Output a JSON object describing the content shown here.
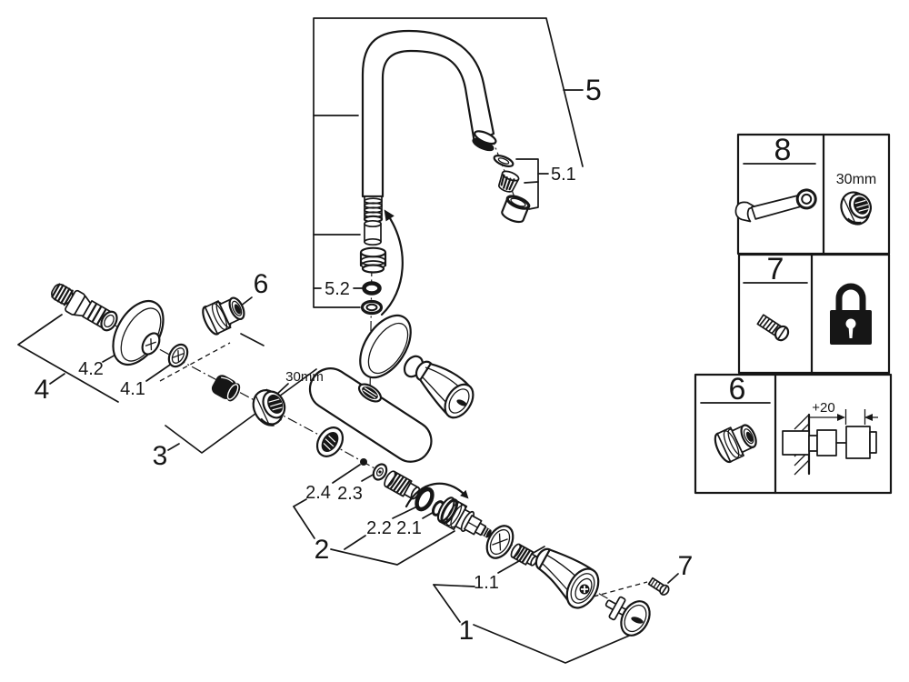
{
  "colors": {
    "line": "#161616",
    "background": "#ffffff"
  },
  "callouts": {
    "c1": "1",
    "c1_1": "1.1",
    "c2": "2",
    "c2_1": "2.1",
    "c2_2": "2.2",
    "c2_3": "2.3",
    "c2_4": "2.4",
    "c3": "3",
    "nut_size": "30mm",
    "c4": "4",
    "c4_1": "4.1",
    "c4_2": "4.2",
    "c5": "5",
    "c5_1": "5.1",
    "c5_2": "5.2",
    "c6": "6",
    "c7": "7"
  },
  "panels": {
    "p8": {
      "number": "8",
      "nut_size": "30mm"
    },
    "p7": {
      "number": "7"
    },
    "p6": {
      "number": "6",
      "dimension": "+20"
    }
  },
  "icons": {
    "wrench": "wrench-icon",
    "nut": "nut-icon",
    "screw": "screw-icon",
    "padlock": "padlock-icon",
    "extension": "union-extension-icon",
    "dimension_drawing": "wall-dimension-drawing"
  }
}
